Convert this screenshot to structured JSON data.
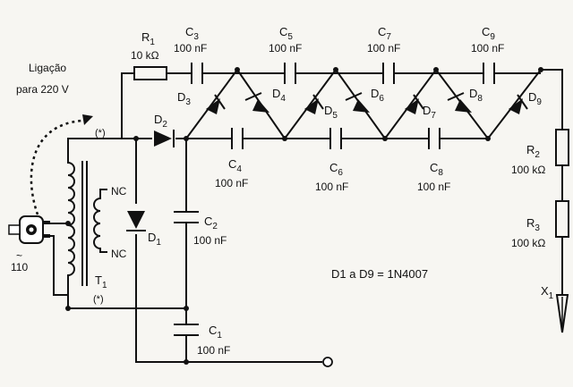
{
  "labels": {
    "r1": "R",
    "r1_sub": "1",
    "r1_val": "10 kΩ",
    "c3": "C",
    "c3_sub": "3",
    "c3_val": "100 nF",
    "c5": "C",
    "c5_sub": "5",
    "c5_val": "100 nF",
    "c7": "C",
    "c7_sub": "7",
    "c7_val": "100 nF",
    "c9": "C",
    "c9_sub": "9",
    "c9_val": "100 nF",
    "c4": "C",
    "c4_sub": "4",
    "c4_val": "100 nF",
    "c6": "C",
    "c6_sub": "6",
    "c6_val": "100 nF",
    "c8": "C",
    "c8_sub": "8",
    "c8_val": "100 nF",
    "c2": "C",
    "c2_sub": "2",
    "c2_val": "100 nF",
    "c1": "C",
    "c1_sub": "1",
    "c1_val": "100 nF",
    "d1": "D",
    "d1_sub": "1",
    "d2": "D",
    "d2_sub": "2",
    "d3": "D",
    "d3_sub": "3",
    "d4": "D",
    "d4_sub": "4",
    "d5": "D",
    "d5_sub": "5",
    "d6": "D",
    "d6_sub": "6",
    "d7": "D",
    "d7_sub": "7",
    "d8": "D",
    "d8_sub": "8",
    "d9": "D",
    "d9_sub": "9",
    "r2": "R",
    "r2_sub": "2",
    "r2_val": "100 kΩ",
    "r3": "R",
    "r3_sub": "3",
    "r3_val": "100 kΩ",
    "x1": "X",
    "x1_sub": "1",
    "t1": "T",
    "t1_sub": "1",
    "nc_top": "NC",
    "nc_bottom": "NC",
    "star_top": "(*)",
    "star_bottom": "(*)",
    "ligacao_1": "Ligação",
    "ligacao_2": "para 220 V",
    "mains_1": "~",
    "mains_2": "110",
    "note": "D1 a D9 = 1N4007"
  }
}
